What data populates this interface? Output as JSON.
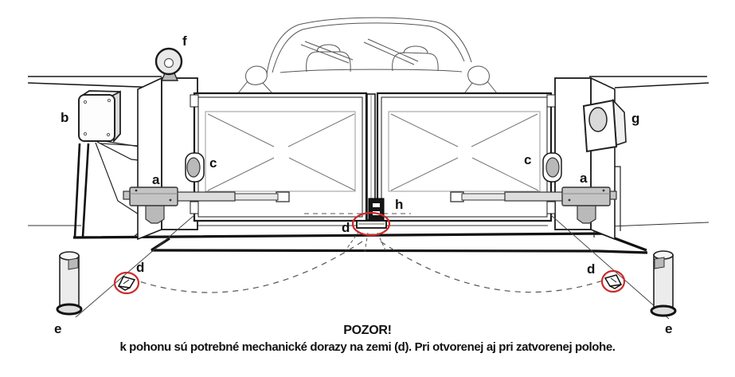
{
  "diagram": {
    "legend": {
      "actuator": "a",
      "control_unit": "b",
      "photocell": "c",
      "mechanical_stop": "d",
      "photocell_post": "e",
      "flashing_lamp": "f",
      "key_switch": "g",
      "center_lock": "h"
    },
    "caption": {
      "title": "POZOR!",
      "text": "k pohonu sú potrebné mechanické dorazy na zemi (d). Pri otvorenej aj pri zatvorenej polohe."
    },
    "colors": {
      "line": "#1a1a1a",
      "soft_line": "#666666",
      "highlight_red": "#cc2a2a",
      "metal_gray": "#c4c4c4",
      "light_gray": "#ececec"
    }
  }
}
